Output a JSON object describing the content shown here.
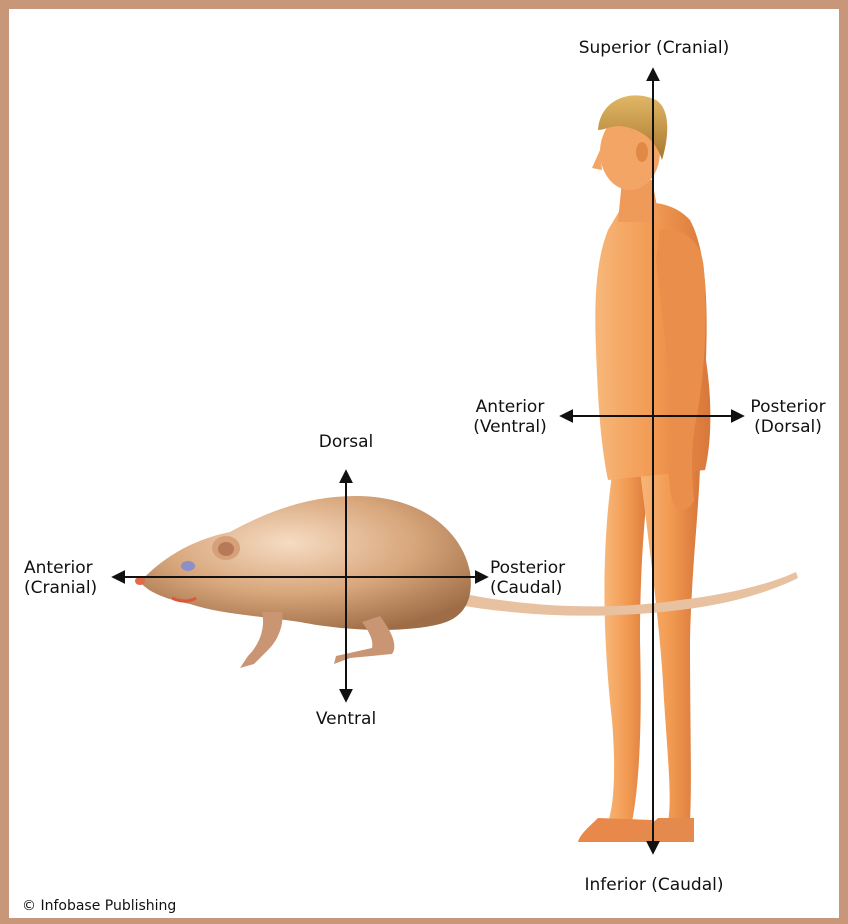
{
  "human": {
    "superior": "Superior (Cranial)",
    "inferior": "Inferior (Caudal)",
    "anterior": [
      "Anterior",
      "(Ventral)"
    ],
    "posterior": [
      "Posterior",
      "(Dorsal)"
    ]
  },
  "rat": {
    "dorsal": "Dorsal",
    "ventral": "Ventral",
    "anterior": [
      "Anterior",
      "(Cranial)"
    ],
    "posterior": [
      "Posterior",
      "(Caudal)"
    ]
  },
  "credit": "© Infobase Publishing",
  "colors": {
    "frame": "#c8977a",
    "skin": "#f0a060",
    "rat": "#d9ab82",
    "arrow": "#111111"
  }
}
